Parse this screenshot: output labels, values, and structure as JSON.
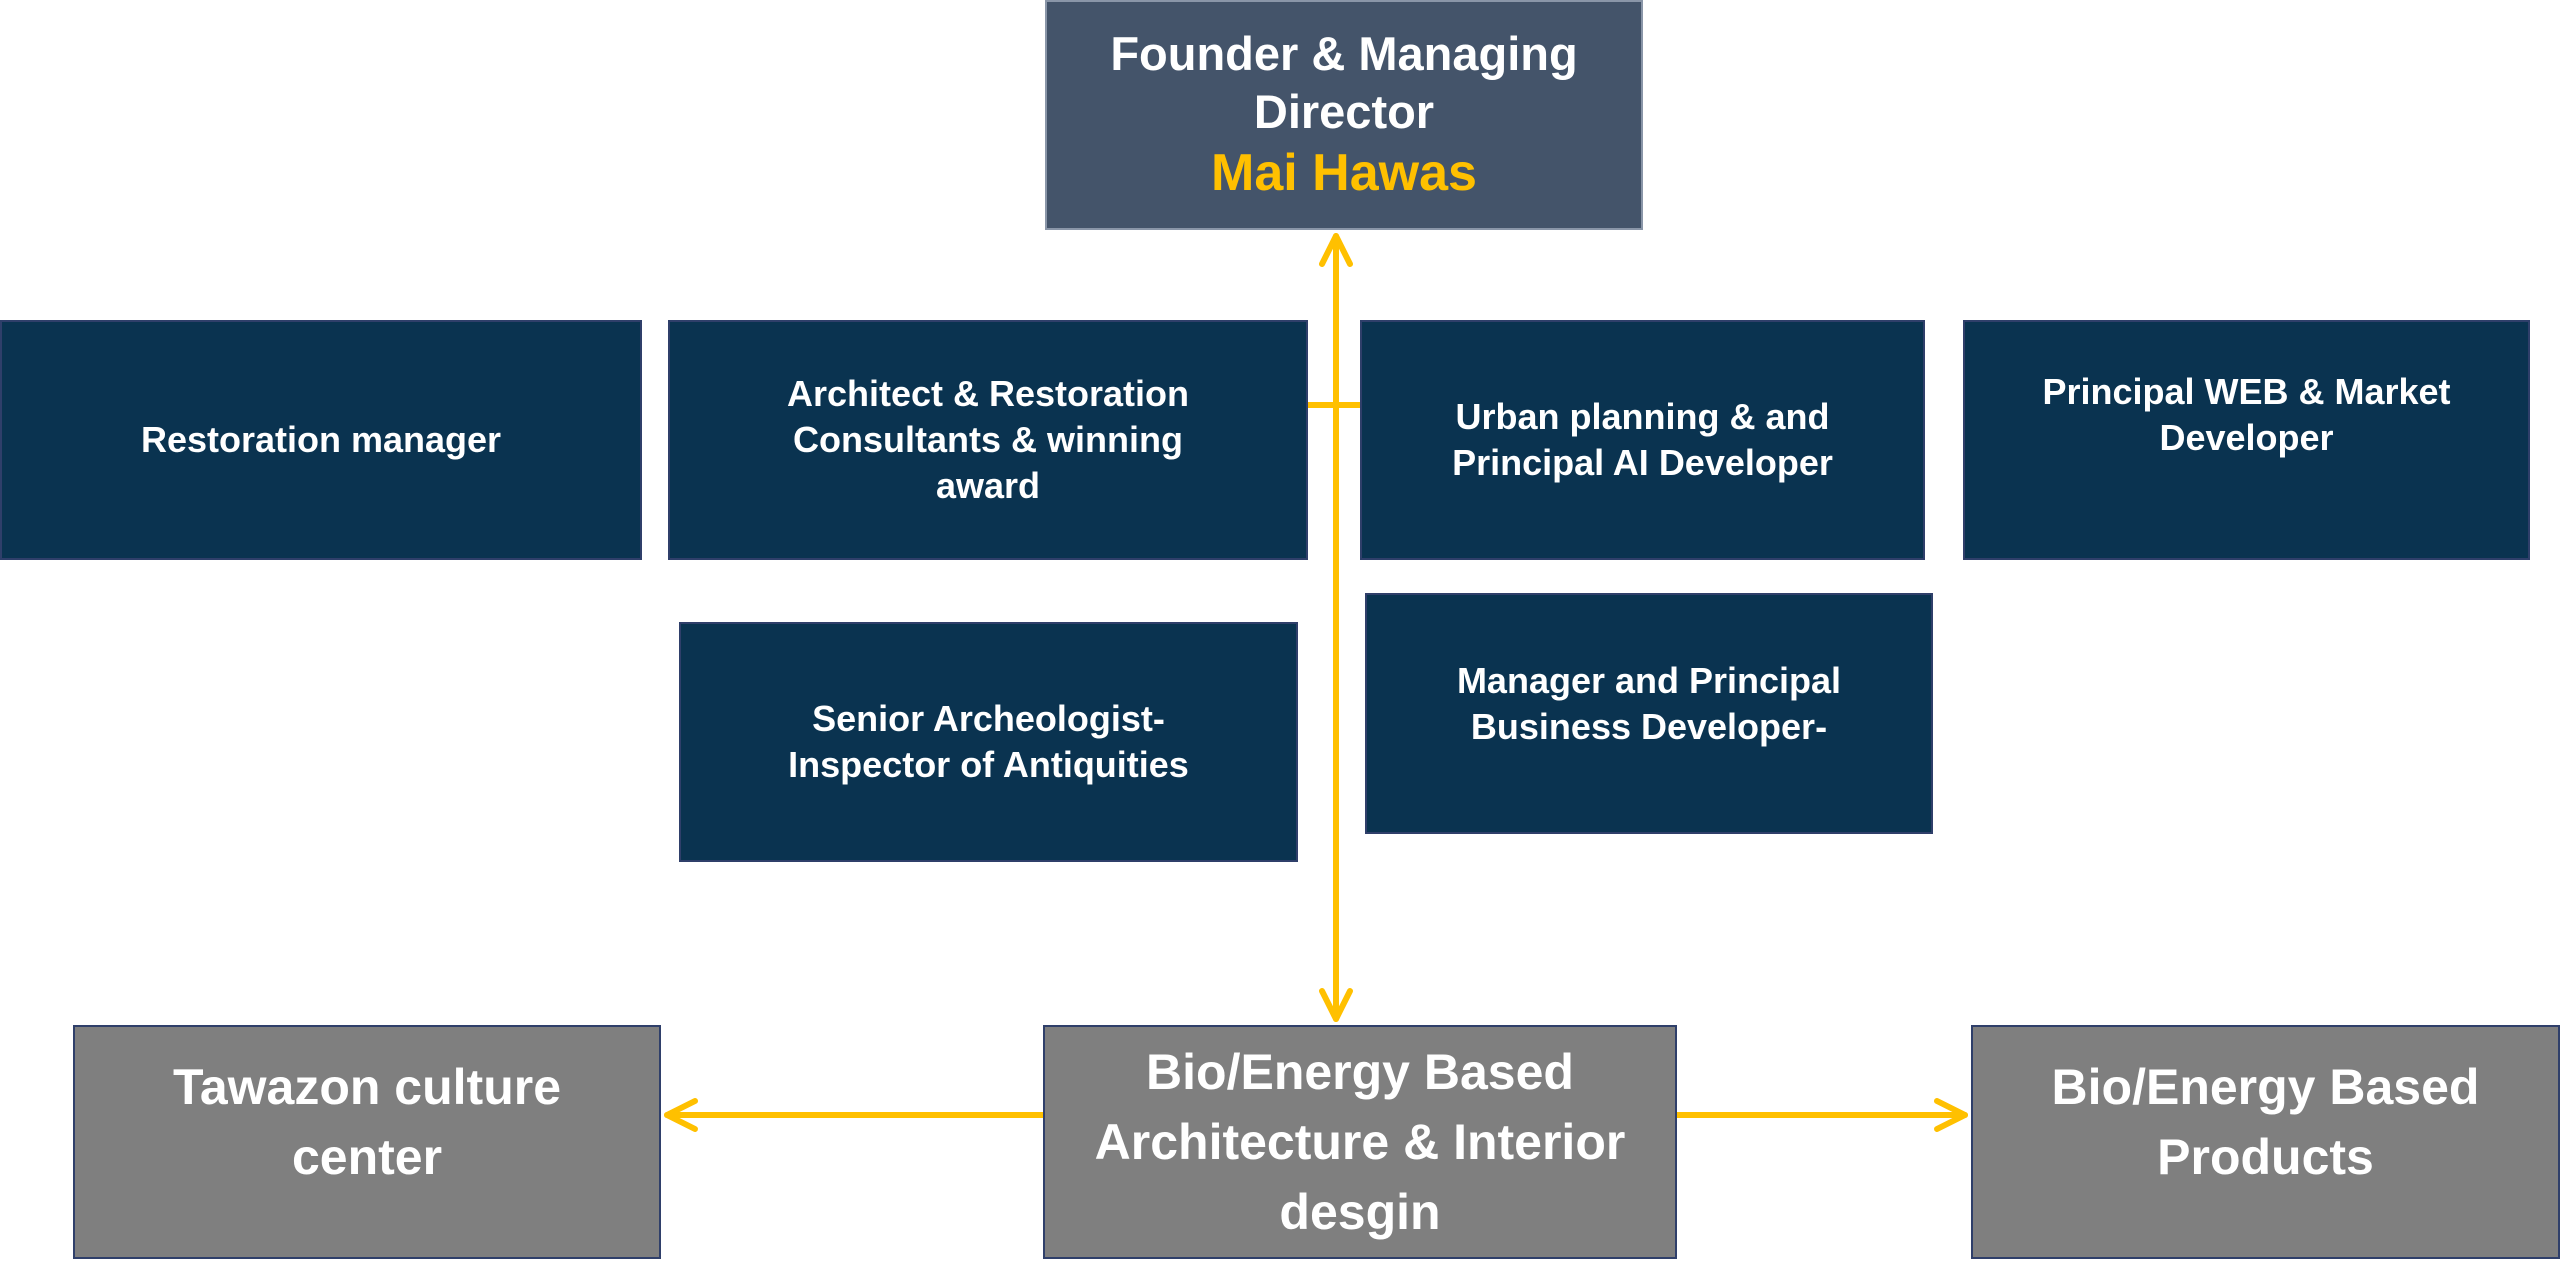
{
  "top": {
    "title": "Founder & Managing Director",
    "name": "Mai Hawas"
  },
  "roles": [
    "Restoration manager",
    "Architect & Restoration Consultants  & winning award",
    "Urban planning & and Principal AI Developer",
    "Principal WEB & Market Developer",
    "Senior Archeologist- Inspector of Antiquities",
    "Manager and Principal Business Developer-"
  ],
  "bottom": [
    "Tawazon culture center",
    "Bio/Energy Based Architecture & Interior desgin",
    "Bio/Energy Based Products"
  ],
  "colors": {
    "top": "#44546a",
    "role": "#0a3350",
    "unit": "#7f7f7f",
    "accent": "#ffc000"
  }
}
